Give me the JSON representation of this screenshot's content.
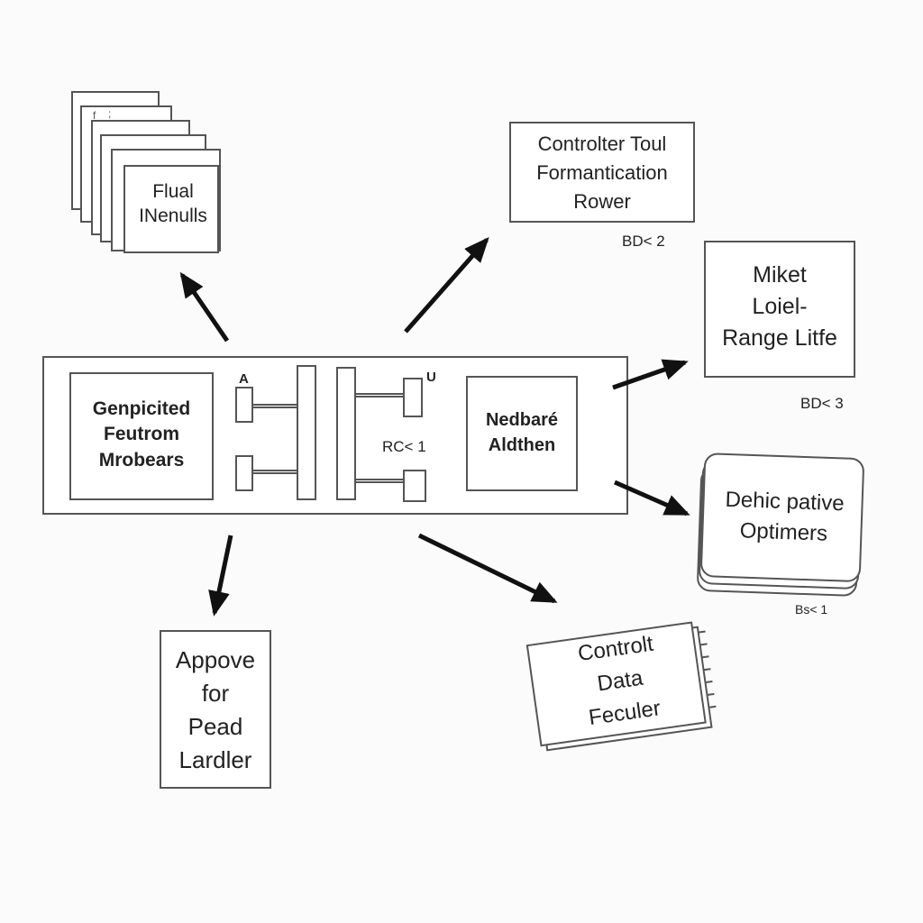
{
  "center_module": {
    "left_block": [
      "Genpicited",
      "Feutrom",
      "Mrobears"
    ],
    "right_block": [
      "Nedbaré",
      "Aldthen"
    ],
    "conn_label_a": "A",
    "conn_label_u": "U",
    "conn_caption": "RC< 1"
  },
  "nodes": {
    "top_left": [
      "Flual",
      "INenulls"
    ],
    "top_right": [
      "Controlter Toul",
      "Formantication",
      "Rower"
    ],
    "top_right_caption": "BD< 2",
    "right_mid": [
      "Miket",
      "Loiel-",
      "Range Litfe"
    ],
    "right_mid_caption": "BD< 3",
    "right_low": [
      "Dehic pative",
      "Optimers"
    ],
    "right_low_caption": "Bs< 1",
    "bottom_left": [
      "Appove",
      "for",
      "Pead",
      "Lardler"
    ],
    "bottom_right": [
      "Controlt",
      "Data",
      "Feculer"
    ]
  }
}
